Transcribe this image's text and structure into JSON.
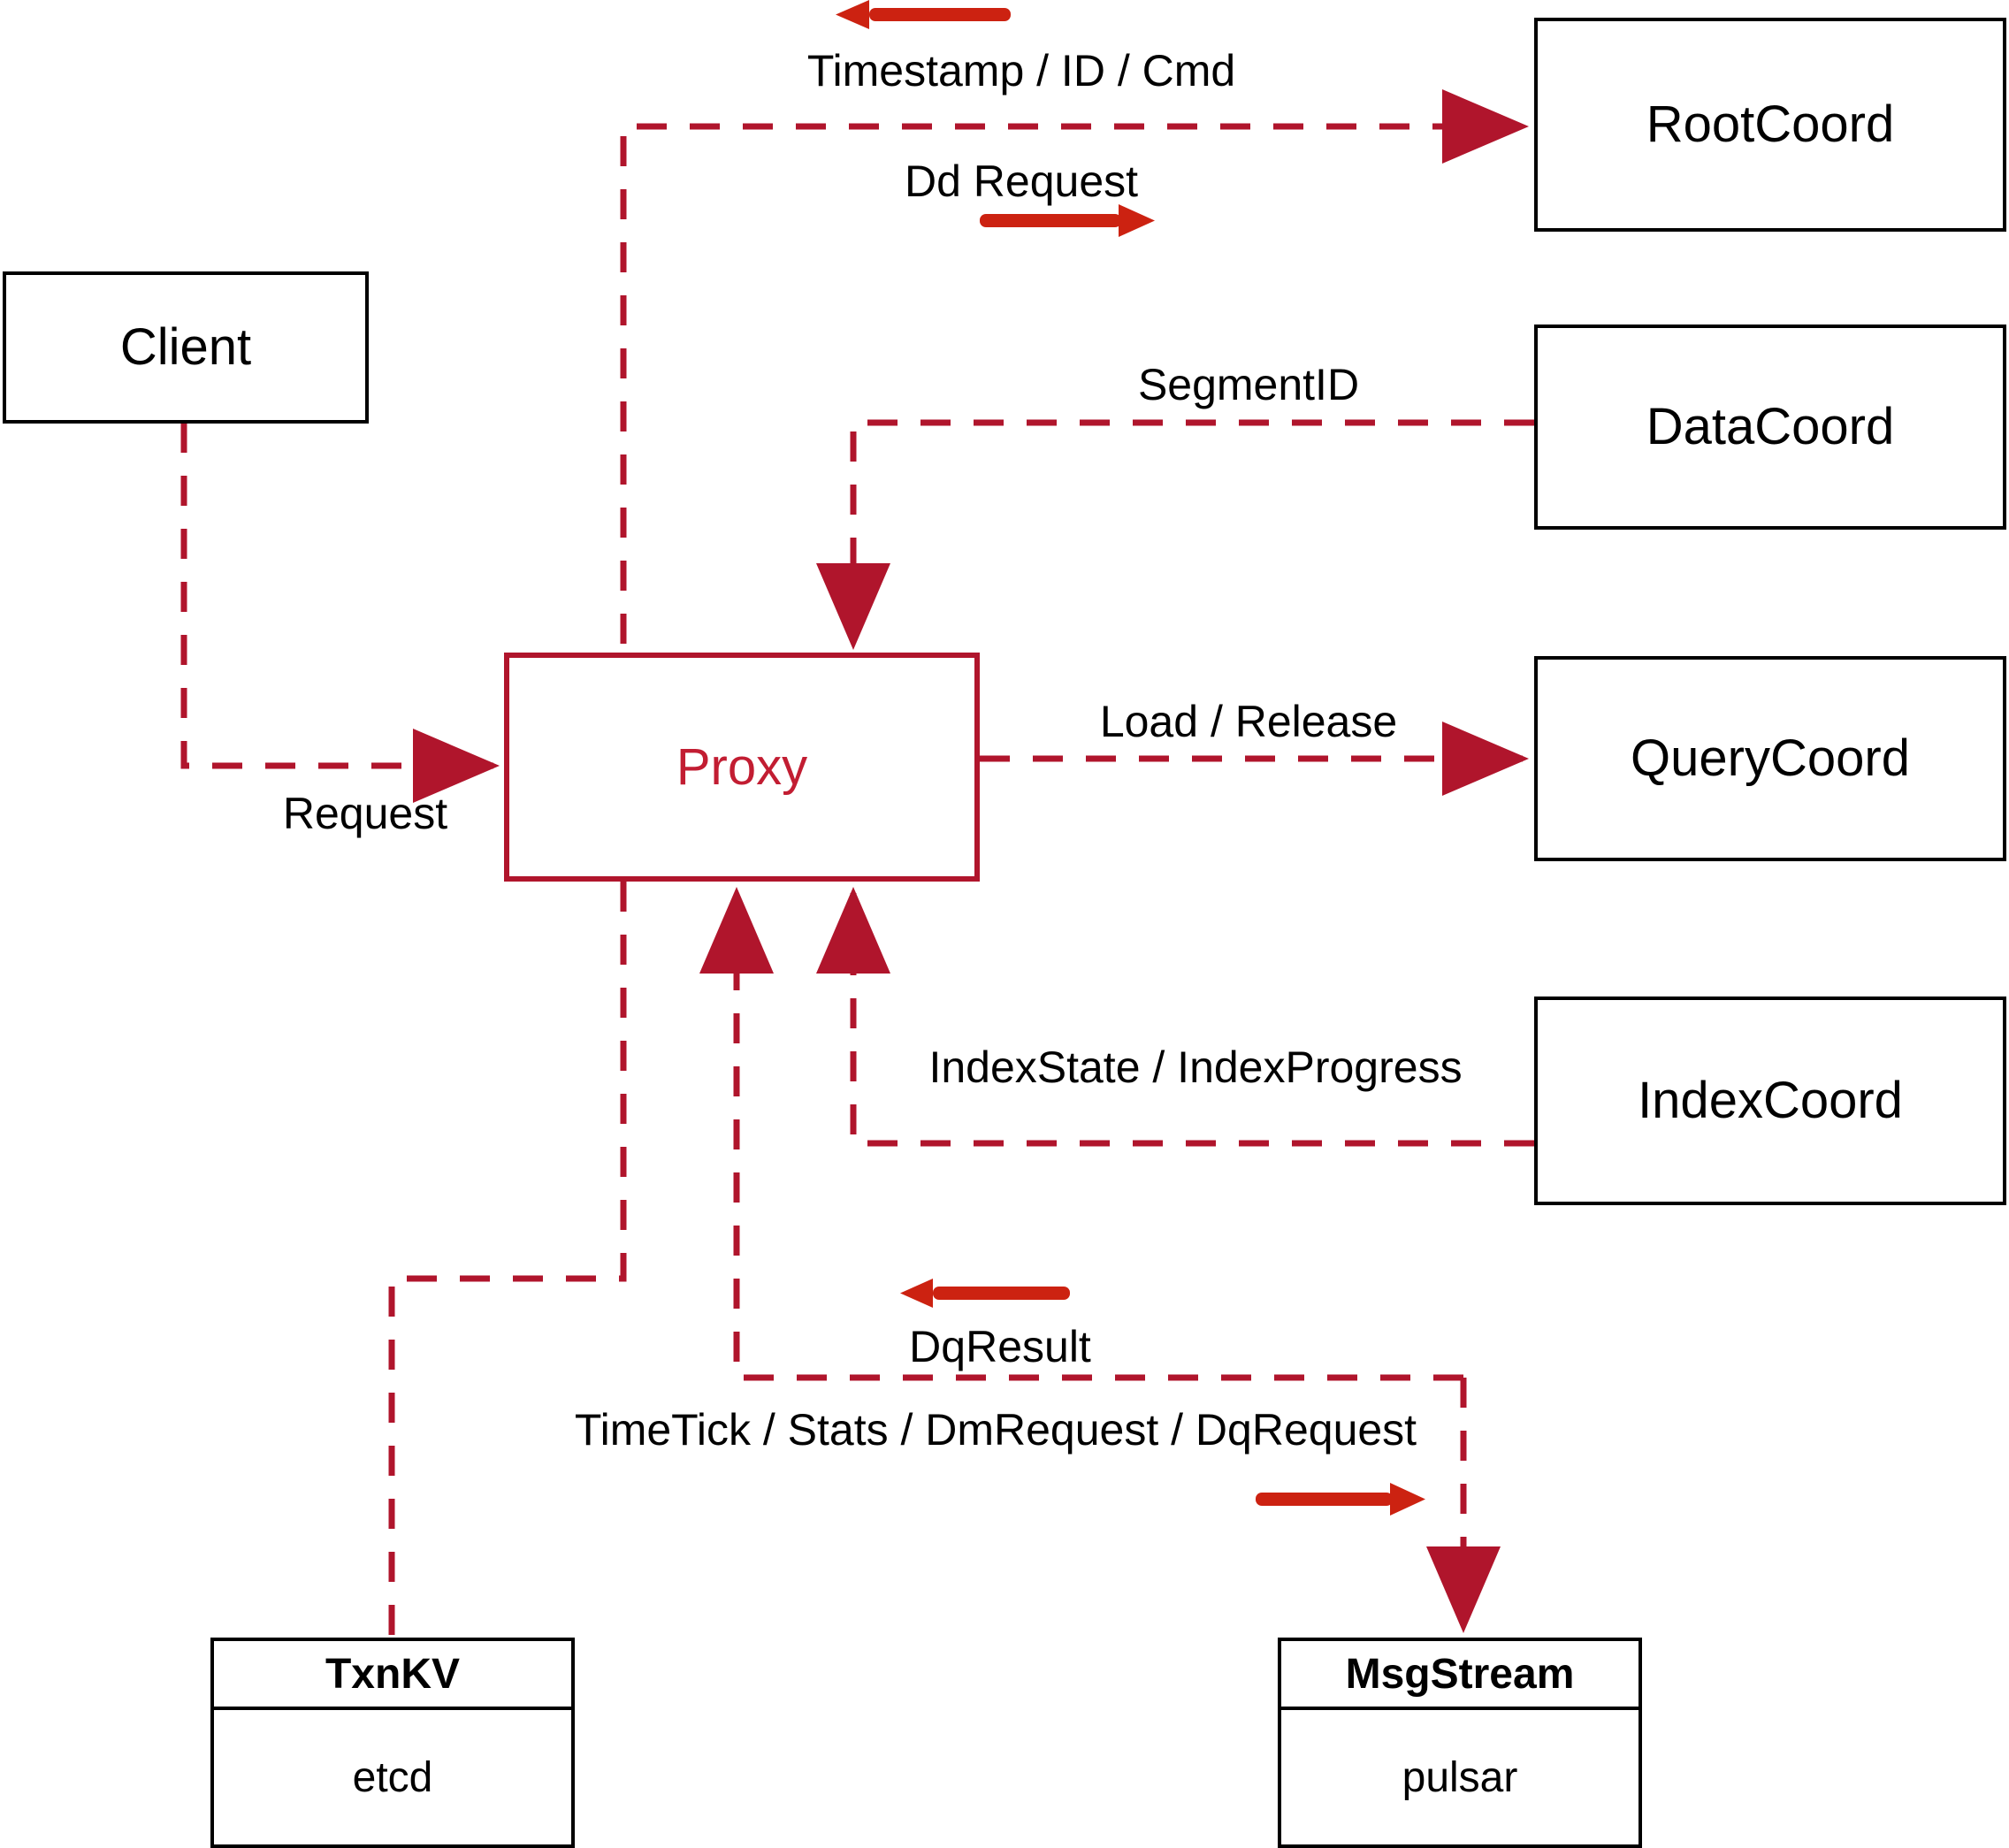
{
  "diagram": {
    "title": "Milvus Proxy component interaction diagram",
    "colors": {
      "node_stroke": "#000000",
      "proxy_stroke": "#b0152c",
      "proxy_text": "#c21d32",
      "dashed_edge": "#b0152c",
      "bold_arrow": "#cc2211",
      "background": "#ffffff"
    },
    "nodes": [
      {
        "id": "client",
        "label": "Client"
      },
      {
        "id": "proxy",
        "label": "Proxy"
      },
      {
        "id": "rootcoord",
        "label": "RootCoord"
      },
      {
        "id": "datacoord",
        "label": "DataCoord"
      },
      {
        "id": "querycoord",
        "label": "QueryCoord"
      },
      {
        "id": "indexcoord",
        "label": "IndexCoord"
      }
    ],
    "split_nodes": [
      {
        "id": "txnkv",
        "head": "TxnKV",
        "body": "etcd"
      },
      {
        "id": "msgstream",
        "head": "MsgStream",
        "body": "pulsar"
      }
    ],
    "edge_labels": [
      {
        "id": "timestamp-id-cmd",
        "text": "Timestamp / ID / Cmd"
      },
      {
        "id": "dd-request",
        "text": "Dd Request"
      },
      {
        "id": "segment-id",
        "text": "SegmentID"
      },
      {
        "id": "load-release",
        "text": "Load / Release"
      },
      {
        "id": "index-state",
        "text": "IndexState / IndexProgress"
      },
      {
        "id": "request",
        "text": "Request"
      },
      {
        "id": "dq-result",
        "text": "DqResult"
      },
      {
        "id": "timetick-stats",
        "text": "TimeTick / Stats / DmRequest / DqRequest"
      }
    ]
  }
}
